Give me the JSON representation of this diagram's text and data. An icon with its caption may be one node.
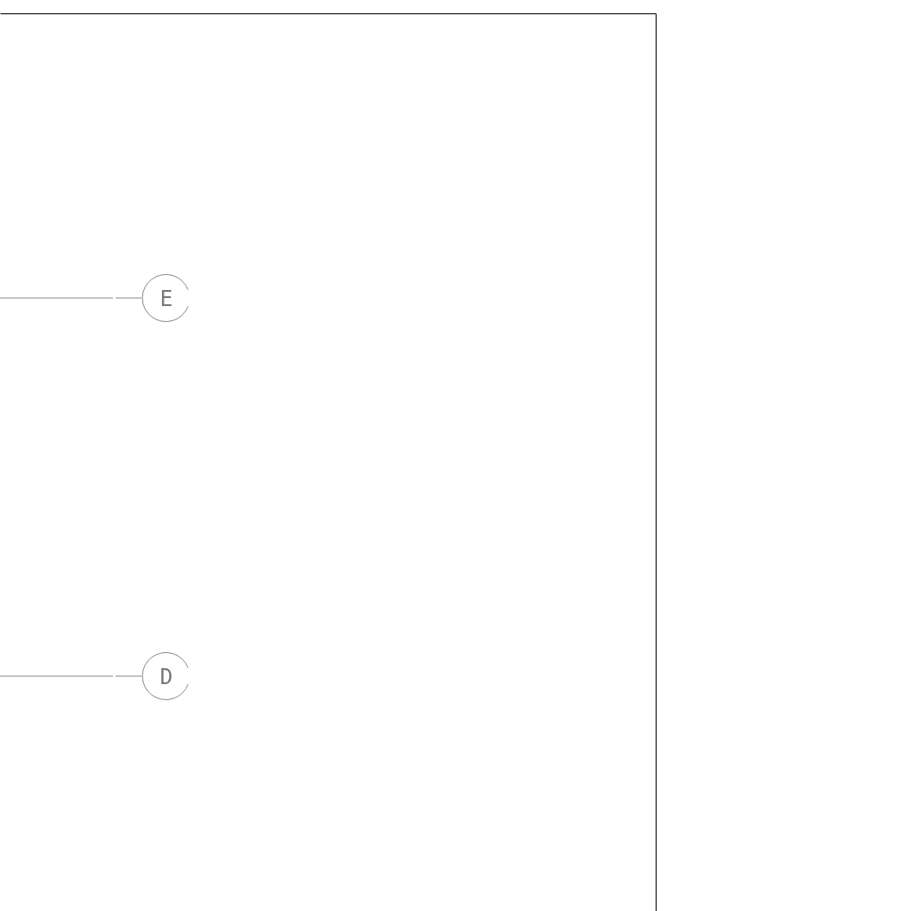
{
  "diagram": {
    "nodes": [
      {
        "text": [
          "E"
        ]
      },
      {
        "text": [
          "D"
        ]
      }
    ],
    "edges": [
      {
        "from": null,
        "to": 0,
        "arrow": "none"
      },
      {
        "from": null,
        "to": 1,
        "arrow": "none"
      }
    ]
  }
}
